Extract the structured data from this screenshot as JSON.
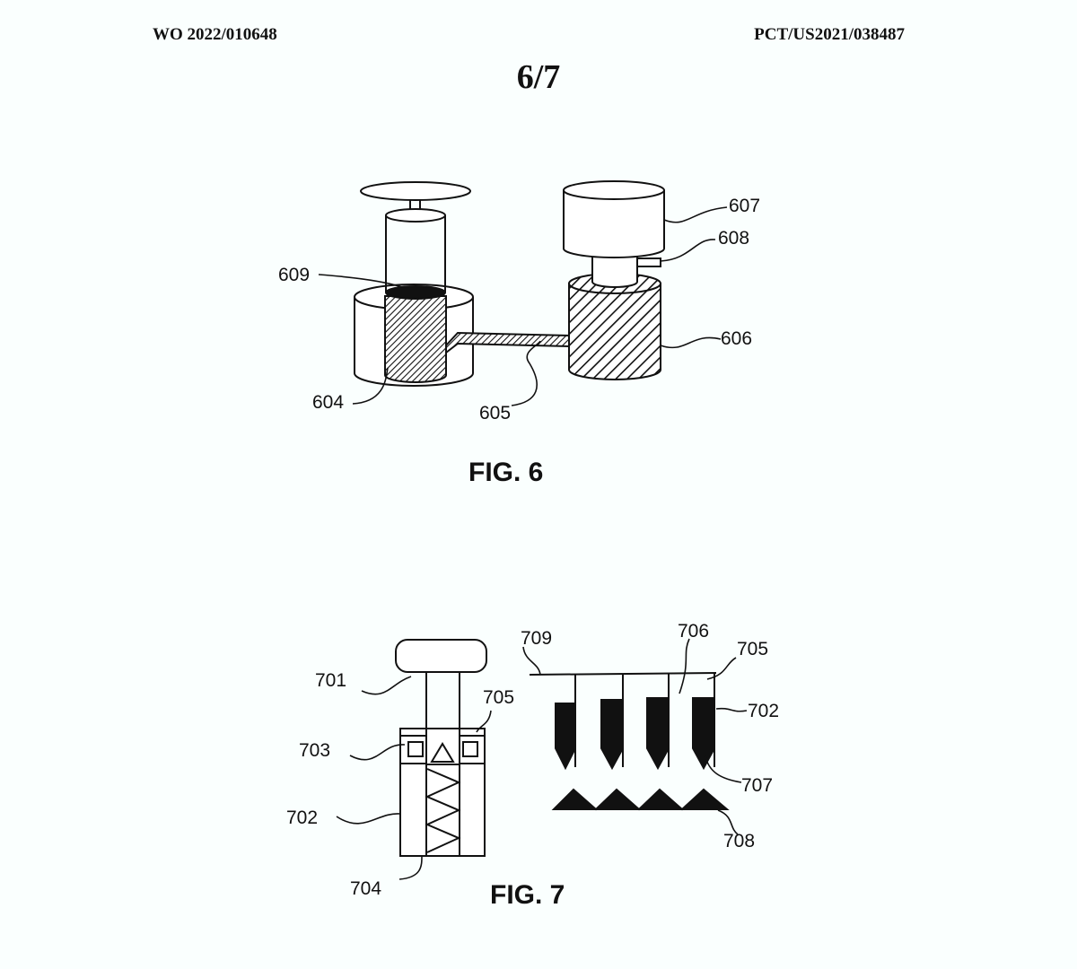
{
  "header": {
    "publication_number": "WO 2022/010648",
    "application_number": "PCT/US2021/038487",
    "sheet": "6/7"
  },
  "figures": {
    "fig6": {
      "caption": "FIG. 6",
      "refs": [
        "609",
        "604",
        "605",
        "606",
        "607",
        "608"
      ]
    },
    "fig7": {
      "caption": "FIG. 7",
      "refs": [
        "701",
        "703",
        "702",
        "704",
        "705",
        "709",
        "706",
        "705",
        "702",
        "707",
        "708"
      ]
    }
  }
}
